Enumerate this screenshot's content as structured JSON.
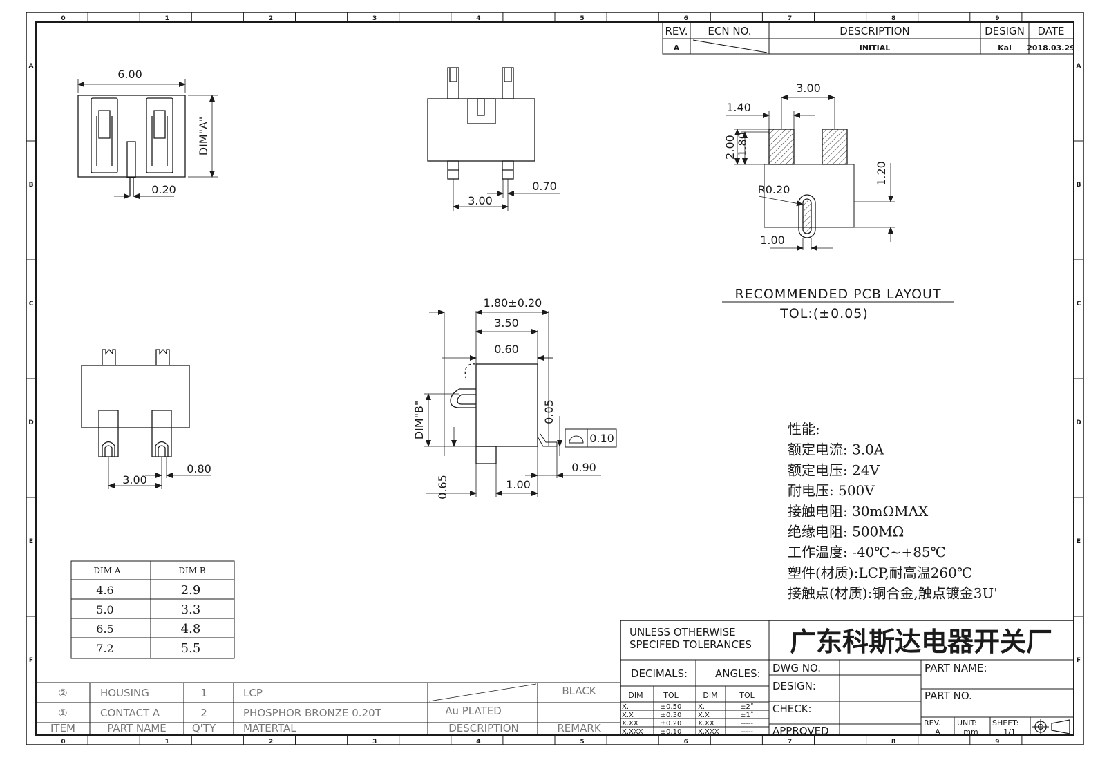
{
  "grid": {
    "cols": [
      "0",
      "1",
      "2",
      "3",
      "4",
      "5",
      "6",
      "7",
      "8",
      "9"
    ],
    "rows": [
      "A",
      "B",
      "C",
      "D",
      "E",
      "F"
    ]
  },
  "revision": {
    "headers": [
      "REV.",
      "ECN NO.",
      "DESCRIPTION",
      "DESIGN",
      "DATE"
    ],
    "row": {
      "rev": "A",
      "description": "INITIAL",
      "design": "Kai",
      "date": "2018.03.29"
    }
  },
  "dims": {
    "top_width": "6.00",
    "dim_a": "DIM\"A\"",
    "pin_w": "0.20",
    "front_pitch": "3.00",
    "front_pin": "0.70",
    "pcb_pitch": "3.00",
    "pcb_pad_w": "1.40",
    "pcb_pad_h": "2.00",
    "pcb_pad_h2": "1.80",
    "pcb_slot_offset": "1.20",
    "pcb_radius": "R0.20",
    "pcb_slot_w": "1.00",
    "side_tol": "1.80±0.20",
    "side_350": "3.50",
    "side_060": "0.60",
    "dim_b": "DIM\"B\"",
    "side_005": "0.05",
    "flatness": "0.10",
    "side_090": "0.90",
    "side_065": "0.65",
    "side_100": "1.00",
    "bot_pitch": "3.00",
    "bot_pin": "0.80"
  },
  "pcb": {
    "title": "RECOMMENDED PCB LAYOUT",
    "tolerance": "TOL:(±0.05)"
  },
  "specs": [
    "性能:",
    "额定电流: 3.0A",
    "额定电压: 24V",
    "耐电压: 500V",
    "接触电阻: 30mΩMAX",
    "绝缘电阻: 500MΩ",
    "工作温度: -40℃~+85℃",
    "塑件(材质):LCP,耐高温260℃",
    "接触点(材质):铜合金,触点镀金3U'"
  ],
  "dim_table": {
    "headers": [
      "DIM A",
      "DIM B"
    ],
    "rows": [
      [
        "4.6",
        "2.9"
      ],
      [
        "5.0",
        "3.3"
      ],
      [
        "6.5",
        "4.8"
      ],
      [
        "7.2",
        "5.5"
      ]
    ]
  },
  "bom": {
    "rows": [
      {
        "item": "②",
        "name": "HOUSING",
        "qty": "1",
        "material": "LCP",
        "description": "",
        "remark": "BLACK"
      },
      {
        "item": "①",
        "name": "CONTACT A",
        "qty": "2",
        "material": "PHOSPHOR BRONZE 0.20T",
        "description": "Au PLATED",
        "remark": ""
      }
    ],
    "header": {
      "item": "ITEM",
      "name": "PART NAME",
      "qty": "Q'TY",
      "material": "MATERTAL",
      "description": "DESCRIPTION",
      "remark": "REMARK"
    }
  },
  "titleblock": {
    "unless1": "UNLESS OTHERWISE",
    "unless2": "SPECIFED TOLERANCES",
    "company": "广东科斯达电器开关厂",
    "decimals": "DECIMALS:",
    "angles": "ANGLES:",
    "dim": "DIM",
    "tol": "TOL",
    "dec_rows": [
      [
        "X.",
        "±0.50"
      ],
      [
        "X.X",
        "±0.30"
      ],
      [
        "X.XX",
        "±0.20"
      ],
      [
        "X.XXX",
        "±0.10"
      ]
    ],
    "ang_rows": [
      [
        "X.",
        "±2˚"
      ],
      [
        "X.X",
        "±1˚"
      ],
      [
        "X.XX",
        "-----"
      ],
      [
        "X.XXX",
        "-----"
      ]
    ],
    "dwg_no": "DWG NO.",
    "design": "DESIGN:",
    "check": "CHECK:",
    "approved": "APPROVED",
    "part_name": "PART NAME:",
    "part_no": "PART NO.",
    "rev": "REV.",
    "rev_val": "A",
    "unit": "UNIT:",
    "unit_val": "mm",
    "sheet": "SHEET:",
    "sheet_val": "1/1"
  }
}
